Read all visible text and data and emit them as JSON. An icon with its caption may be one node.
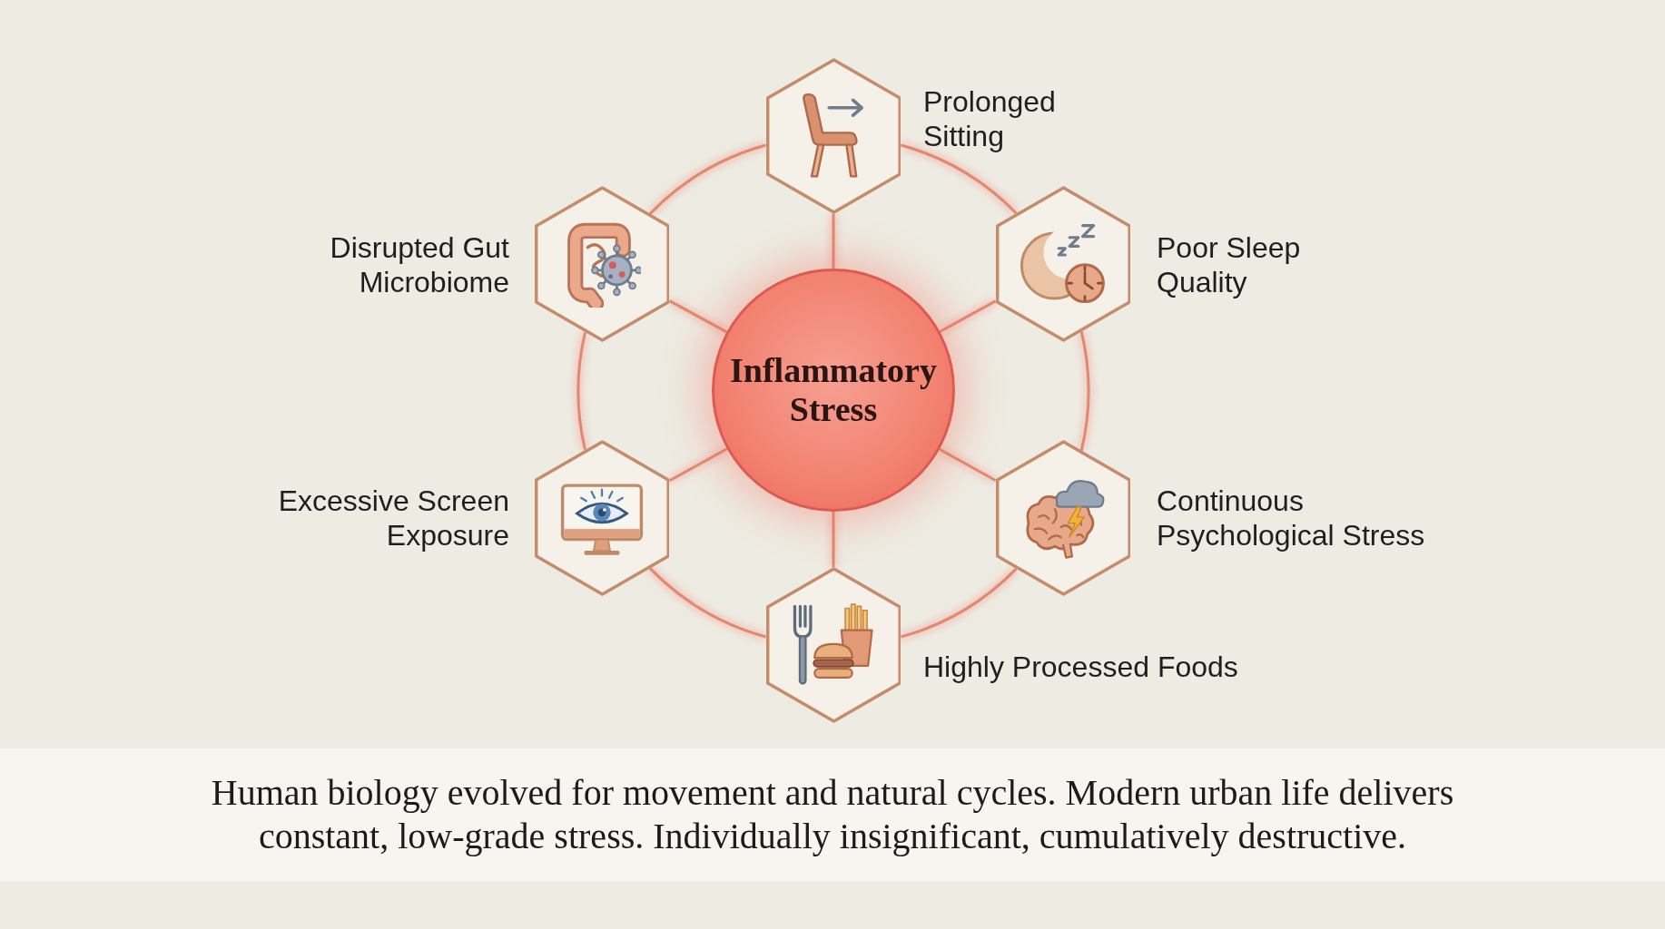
{
  "diagram": {
    "nodes": [
      {
        "text": [],
        "shape": "hexagon",
        "beside": [
          "Prolonged Sitting"
        ]
      },
      {
        "text": [],
        "shape": "hexagon",
        "beside": [
          "Disrupted Gut Microbiome"
        ]
      },
      {
        "text": [],
        "shape": "hexagon",
        "beside": [
          "Poor Sleep Quality"
        ]
      },
      {
        "text": [
          "Inflammatory Stress"
        ]
      },
      {
        "text": [],
        "shape": "hexagon",
        "beside": [
          "Excessive Screen Exposure"
        ]
      },
      {
        "text": [],
        "shape": "hexagon",
        "beside": [
          "Continuous Psychological Stress"
        ]
      },
      {
        "text": [],
        "shape": "hexagon",
        "beside": [
          "Highly Processed Foods"
        ]
      }
    ],
    "edges": [
      {
        "from": 3,
        "to": 0,
        "arrow": "none"
      },
      {
        "from": 3,
        "to": 2,
        "arrow": "none"
      },
      {
        "from": 3,
        "to": 5,
        "arrow": "none"
      },
      {
        "from": 3,
        "to": 6,
        "arrow": "none"
      },
      {
        "from": 3,
        "to": 4,
        "arrow": "none"
      },
      {
        "from": 3,
        "to": 1,
        "arrow": "none"
      },
      {
        "from": 0,
        "to": 2,
        "arrow": "none"
      },
      {
        "from": 2,
        "to": 5,
        "arrow": "none"
      },
      {
        "from": 5,
        "to": 6,
        "arrow": "none"
      },
      {
        "from": 6,
        "to": 4,
        "arrow": "none"
      },
      {
        "from": 4,
        "to": 1,
        "arrow": "none"
      },
      {
        "from": 1,
        "to": 0,
        "arrow": "none"
      }
    ],
    "caption": "Human biology evolved for movement and natural cycles. Modern urban life delivers constant, low-grade stress. Individually insignificant, cumulatively destructive."
  }
}
